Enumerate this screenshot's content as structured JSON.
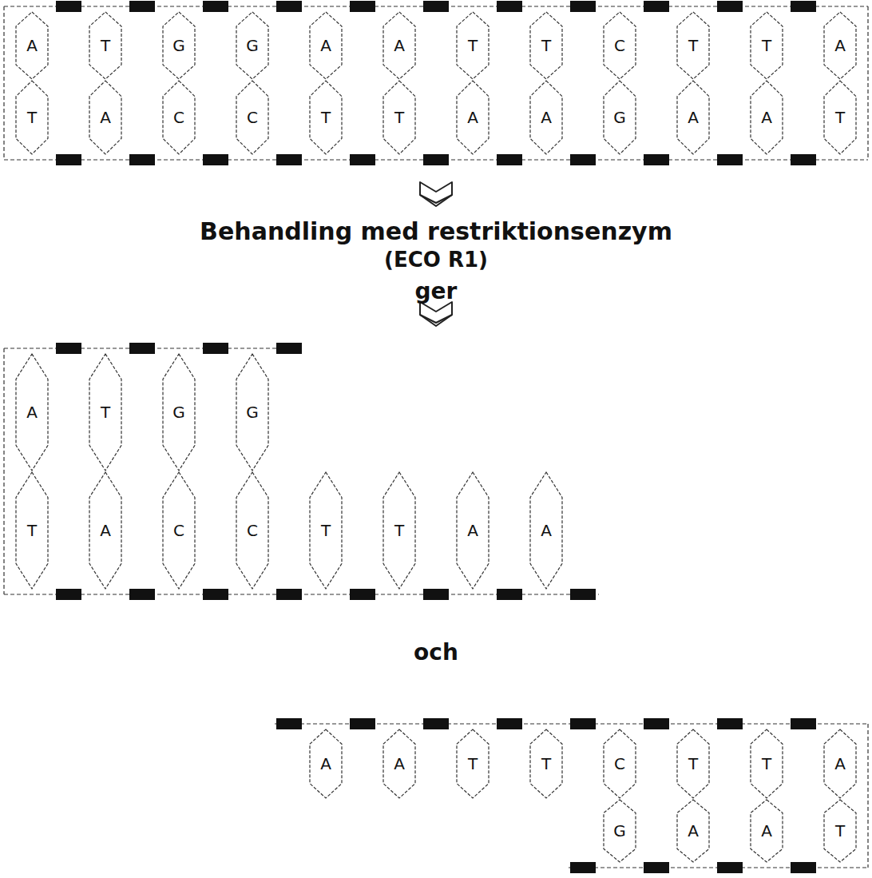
{
  "diagram": {
    "nodes": [
      {
        "text": [
          "A"
        ]
      },
      {
        "text": [
          "T"
        ]
      },
      {
        "text": [
          "G"
        ]
      },
      {
        "text": [
          "G"
        ]
      },
      {
        "text": [
          "A"
        ]
      },
      {
        "text": [
          "A"
        ]
      },
      {
        "text": [
          "T"
        ]
      },
      {
        "text": [
          "T"
        ]
      },
      {
        "text": [
          "C"
        ]
      },
      {
        "text": [
          "T"
        ]
      },
      {
        "text": [
          "T"
        ]
      },
      {
        "text": [
          "A"
        ]
      },
      {
        "text": [
          "T"
        ]
      },
      {
        "text": [
          "A"
        ]
      },
      {
        "text": [
          "C"
        ]
      },
      {
        "text": [
          "C"
        ]
      },
      {
        "text": [
          "T"
        ]
      },
      {
        "text": [
          "T"
        ]
      },
      {
        "text": [
          "A"
        ]
      },
      {
        "text": [
          "A"
        ]
      },
      {
        "text": [
          "G"
        ]
      },
      {
        "text": [
          "A"
        ]
      },
      {
        "text": [
          "A"
        ]
      },
      {
        "text": [
          "T"
        ]
      },
      {
        "text": [
          "A"
        ]
      },
      {
        "text": [
          "T"
        ]
      },
      {
        "text": [
          "G"
        ]
      },
      {
        "text": [
          "G"
        ]
      },
      {
        "text": [
          "T"
        ]
      },
      {
        "text": [
          "A"
        ]
      },
      {
        "text": [
          "C"
        ]
      },
      {
        "text": [
          "C"
        ]
      },
      {
        "text": [
          "T"
        ]
      },
      {
        "text": [
          "T"
        ]
      },
      {
        "text": [
          "A"
        ]
      },
      {
        "text": [
          "A"
        ]
      },
      {
        "text": [
          "A"
        ]
      },
      {
        "text": [
          "A"
        ]
      },
      {
        "text": [
          "T"
        ]
      },
      {
        "text": [
          "T"
        ]
      },
      {
        "text": [
          "C"
        ]
      },
      {
        "text": [
          "T"
        ]
      },
      {
        "text": [
          "T"
        ]
      },
      {
        "text": [
          "A"
        ]
      },
      {
        "text": [
          "G"
        ]
      },
      {
        "text": [
          "A"
        ]
      },
      {
        "text": [
          "A"
        ]
      },
      {
        "text": [
          "T"
        ]
      }
    ],
    "labels": [
      "Behandling med restriktionsenzym",
      "(ECO R1)",
      "ger",
      "och"
    ]
  }
}
